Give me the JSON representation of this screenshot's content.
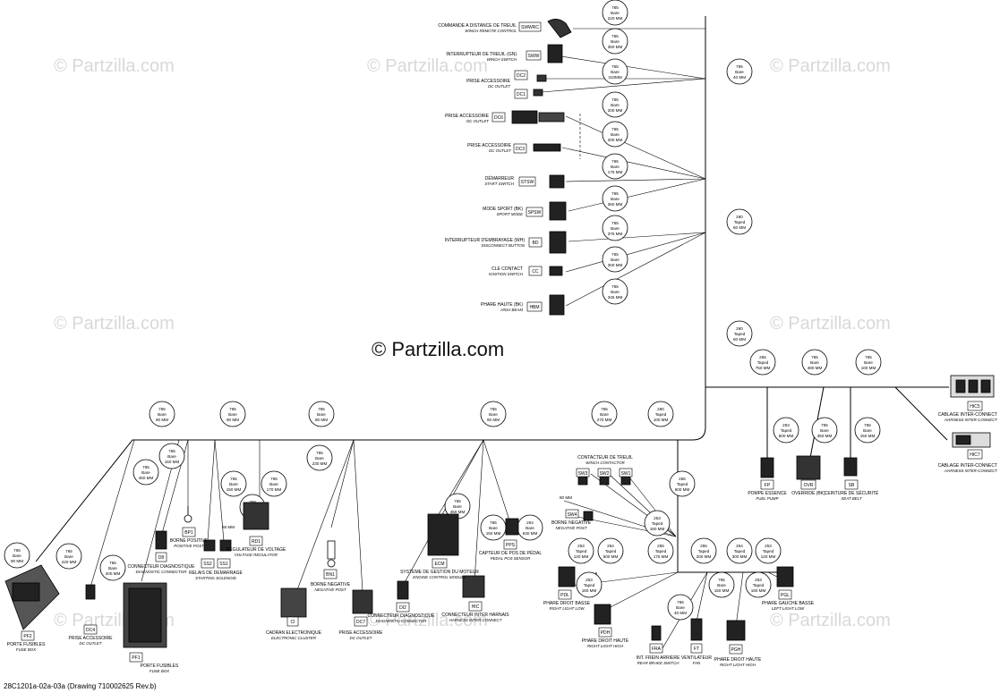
{
  "watermark": "© Partzilla.com",
  "footer": "28C1201a-02a-03a (Drawing 710002625 Rev.b)",
  "callouts": [
    [
      "765",
      "Bare",
      "220 MM"
    ],
    [
      "765",
      "Bare",
      "350 MM"
    ],
    [
      "765",
      "Bare",
      "310MM"
    ],
    [
      "765",
      "Bare",
      "40 MM"
    ],
    [
      "765",
      "Bare",
      "200 MM"
    ],
    [
      "765",
      "Bare",
      "200 MM"
    ],
    [
      "765",
      "Bare",
      "175 MM"
    ],
    [
      "765",
      "Bare",
      "360 MM"
    ],
    [
      "765",
      "Bare",
      "375 MM"
    ],
    [
      "765",
      "Bare",
      "300 MM"
    ],
    [
      "765",
      "Bare",
      "345 MM"
    ],
    [
      "260",
      "Taped",
      "60 MM"
    ],
    [
      "260",
      "Taped",
      "60 MM"
    ],
    [
      "255",
      "Taped",
      "750 MM"
    ],
    [
      "765",
      "Bare",
      "480 MM"
    ],
    [
      "765",
      "Bare",
      "100 MM"
    ],
    [
      "765",
      "Bare",
      "90 MM"
    ],
    [
      "765",
      "Bare",
      "90 MM"
    ],
    [
      "765",
      "Bare",
      "80 MM"
    ],
    [
      "765",
      "Bare",
      "60 MM"
    ],
    [
      "765",
      "Bare",
      "270 MM"
    ],
    [
      "260",
      "Taped",
      "100 MM"
    ],
    [
      "765",
      "Bare",
      "150 MM"
    ],
    [
      "765",
      "Bare",
      "450 MM"
    ],
    [
      "765",
      "Bare",
      "150 MM"
    ],
    [
      "765",
      "Bare",
      "170 MM"
    ],
    [
      "258",
      "Bare",
      "650 MM"
    ],
    [
      "765",
      "Bare",
      "230 MM"
    ],
    [
      "765",
      "Bare",
      "90 MM"
    ],
    [
      "765",
      "Bare",
      "220 MM"
    ],
    [
      "765",
      "Bare",
      "200 MM"
    ],
    [
      "765",
      "Bare",
      "450 MM"
    ],
    [
      "765",
      "Bare",
      "150 MM"
    ],
    [
      "254",
      "Bare",
      "630 MM"
    ],
    [
      "253",
      "Taped",
      "500 MM"
    ],
    [
      "765",
      "Bare",
      "350 MM"
    ],
    [
      "765",
      "Bare",
      "150 MM"
    ],
    [
      "256",
      "Taped",
      "600 MM"
    ],
    [
      "253",
      "Taped",
      "160 MM"
    ],
    [
      "253",
      "Taped",
      "120 MM"
    ],
    [
      "254",
      "Taped",
      "500 MM"
    ],
    [
      "255",
      "Taped",
      "175 MM"
    ],
    [
      "255",
      "Taped",
      "200 MM"
    ],
    [
      "254",
      "Taped",
      "300 MM"
    ],
    [
      "253",
      "Taped",
      "120 MM"
    ],
    [
      "253",
      "Taped",
      "160 MM"
    ],
    [
      "253",
      "Taped",
      "160 MM"
    ],
    [
      "765",
      "Bare",
      "40 MM"
    ],
    [
      "765",
      "Bare",
      "150 MM"
    ]
  ],
  "labels": [
    {
      "fr": "COMMANDE A DISTANCE DE TREUIL",
      "en": "WINCH REMOTE CONTROL",
      "code": "SWWRC"
    },
    {
      "fr": "INTERRUPTEUR DE TREUIL (GN)",
      "en": "WINCH SWITCH",
      "code": "SWW"
    },
    {
      "fr": "PRISE ACCESSOIRE",
      "en": "DC OUTLET",
      "code": "DC2"
    },
    {
      "fr": "",
      "en": "",
      "code": "DC1"
    },
    {
      "fr": "PRISE ACCESSOIRE",
      "en": "DC OUTLET",
      "code": "DC6"
    },
    {
      "fr": "PRISE ACCESSOIRE",
      "en": "DC OUTLET",
      "code": "DC3"
    },
    {
      "fr": "DÉMARREUR",
      "en": "START SWITCH",
      "code": "STSW"
    },
    {
      "fr": "MODE SPORT (BK)",
      "en": "SPORT MODE",
      "code": "SPSW"
    },
    {
      "fr": "INTERRUPTEUR D'EMBRAYAGE (WH)",
      "en": "DISCONNECT BUTTON",
      "code": "BD"
    },
    {
      "fr": "CLE CONTACT",
      "en": "IGNITION SWITCH",
      "code": "CC"
    },
    {
      "fr": "PHARE HAUTE (BK)",
      "en": "HIGH BEAM",
      "code": "HBM"
    },
    {
      "fr": "CABLAGE INTER-CONNECT",
      "en": "HARNESS INTER-CONNECT",
      "code": "HIC5"
    },
    {
      "fr": "CABLAGE INTER-CONNECT",
      "en": "HARNESS INTER-CONNECT",
      "code": "HIC7"
    },
    {
      "fr": "POMPE ESSENCE",
      "en": "FUEL PUMP",
      "code": "FP"
    },
    {
      "fr": "OVERRIDE (BK)",
      "en": "",
      "code": "OVR"
    },
    {
      "fr": "CEINTURE DE SÉCURITÉ",
      "en": "SEAT BELT",
      "code": "SB"
    },
    {
      "fr": "PORTE FUSIBLES",
      "en": "FUSE BOX",
      "code": "PF2"
    },
    {
      "fr": "PRISE ACCESSOIRE",
      "en": "DC OUTLET",
      "code": "DC4"
    },
    {
      "fr": "PORTE FUSIBLES",
      "en": "FUSE BOX",
      "code": "PF1"
    },
    {
      "fr": "CONNECTEUR DIAGNOSTIQUE",
      "en": "DIAGNOSTIC CONNECTOR",
      "code": "D8"
    },
    {
      "fr": "BORNE POSITIVE",
      "en": "POSITIVE POST",
      "code": "BP1"
    },
    {
      "fr": "RELAIS DE DEMARRAGE",
      "en": "STARTING SOLENOID",
      "code": "SS2"
    },
    {
      "fr": "",
      "en": "",
      "code": "SS1"
    },
    {
      "fr": "REGULATEUR DE VOLTAGE",
      "en": "VOLTAGE REGULATOR",
      "code": "RD1"
    },
    {
      "fr": "CADRAN ELECTRONIQUE",
      "en": "ELECTRONIC CLUSTER",
      "code": "CI"
    },
    {
      "fr": "BORNE NEGATIVE",
      "en": "NEGATIVE POST",
      "code": "BN1"
    },
    {
      "fr": "PRISE ACCESSOIRE",
      "en": "DC OUTLET",
      "code": "DC7"
    },
    {
      "fr": "SYSTEME DE GESTION DU MOTEUR",
      "en": "ENGINE CONTROL MODULE",
      "code": "ECM"
    },
    {
      "fr": "CONNECTEUR DIAGNOSTIQUE",
      "en": "DIAGNOSTIC CONNECTOR",
      "code": "DI2"
    },
    {
      "fr": "CONNECTEUR INTER HARNAIS",
      "en": "HARNESS INTER-CONNECT",
      "code": "HIC"
    },
    {
      "fr": "CAPTEUR DE POS DE PÉDAL",
      "en": "PEDAL POS SENSOR",
      "code": "PPS"
    },
    {
      "fr": "CONTACTEUR DE TREUIL",
      "en": "WINCH CONTACTOR",
      "code": "SW3"
    },
    {
      "fr": "",
      "en": "",
      "code": "SW2"
    },
    {
      "fr": "",
      "en": "",
      "code": "SW1"
    },
    {
      "fr": "",
      "en": "",
      "code": "SW4"
    },
    {
      "fr": "BORNE NEGATIVE",
      "en": "NEGATIVE POST",
      "code": ""
    },
    {
      "fr": "PHARE DROIT BASSE",
      "en": "RIGHT LIGHT LOW",
      "code": "PDL"
    },
    {
      "fr": "PHARE DROIT HAUTE",
      "en": "RIGHT LIGHT HIGH",
      "code": "PDH"
    },
    {
      "fr": "INT. FREIN ARRIERE",
      "en": "REAR BRAKE SWITCH",
      "code": "FRA"
    },
    {
      "fr": "VENTILATEUR",
      "en": "FAN",
      "code": "FT"
    },
    {
      "fr": "PHARE DROIT HAUTE",
      "en": "RIGHT LIGHT HIGH",
      "code": "PGH"
    },
    {
      "fr": "PHARE GAUCHE BASSE",
      "en": "LEFT LIGHT LOW",
      "code": "PGL"
    }
  ],
  "misc": [
    "65 MM",
    "80 MM"
  ]
}
